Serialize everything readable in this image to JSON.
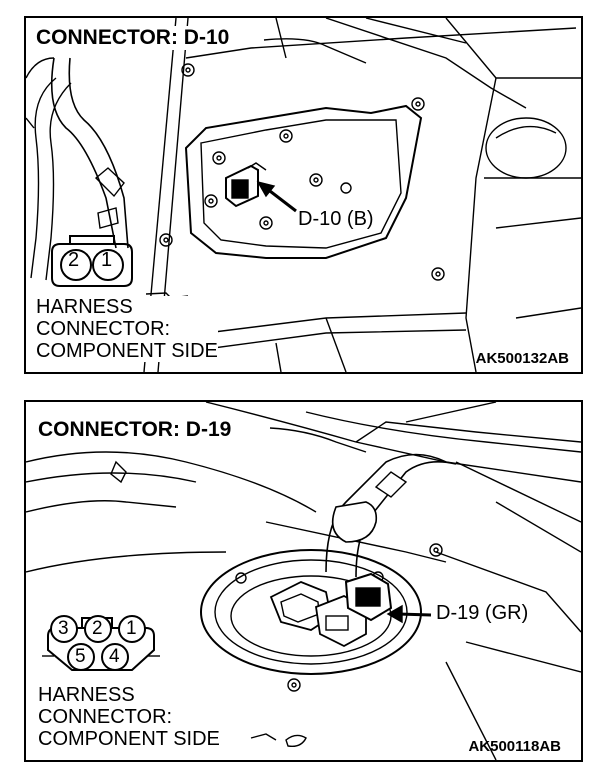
{
  "panels": [
    {
      "title": "CONNECTOR: D-10",
      "callout": "D-10 (B)",
      "pins": [
        "2",
        "1"
      ],
      "harness_lines": [
        "HARNESS",
        "CONNECTOR:",
        "COMPONENT SIDE"
      ],
      "code": "AK500132AB"
    },
    {
      "title": "CONNECTOR: D-19",
      "callout": "D-19 (GR)",
      "pins_top": [
        "3",
        "2",
        "1"
      ],
      "pins_bottom": [
        "5",
        "4"
      ],
      "harness_lines": [
        "HARNESS",
        "CONNECTOR:",
        "COMPONENT SIDE"
      ],
      "code": "AK500118AB"
    }
  ]
}
